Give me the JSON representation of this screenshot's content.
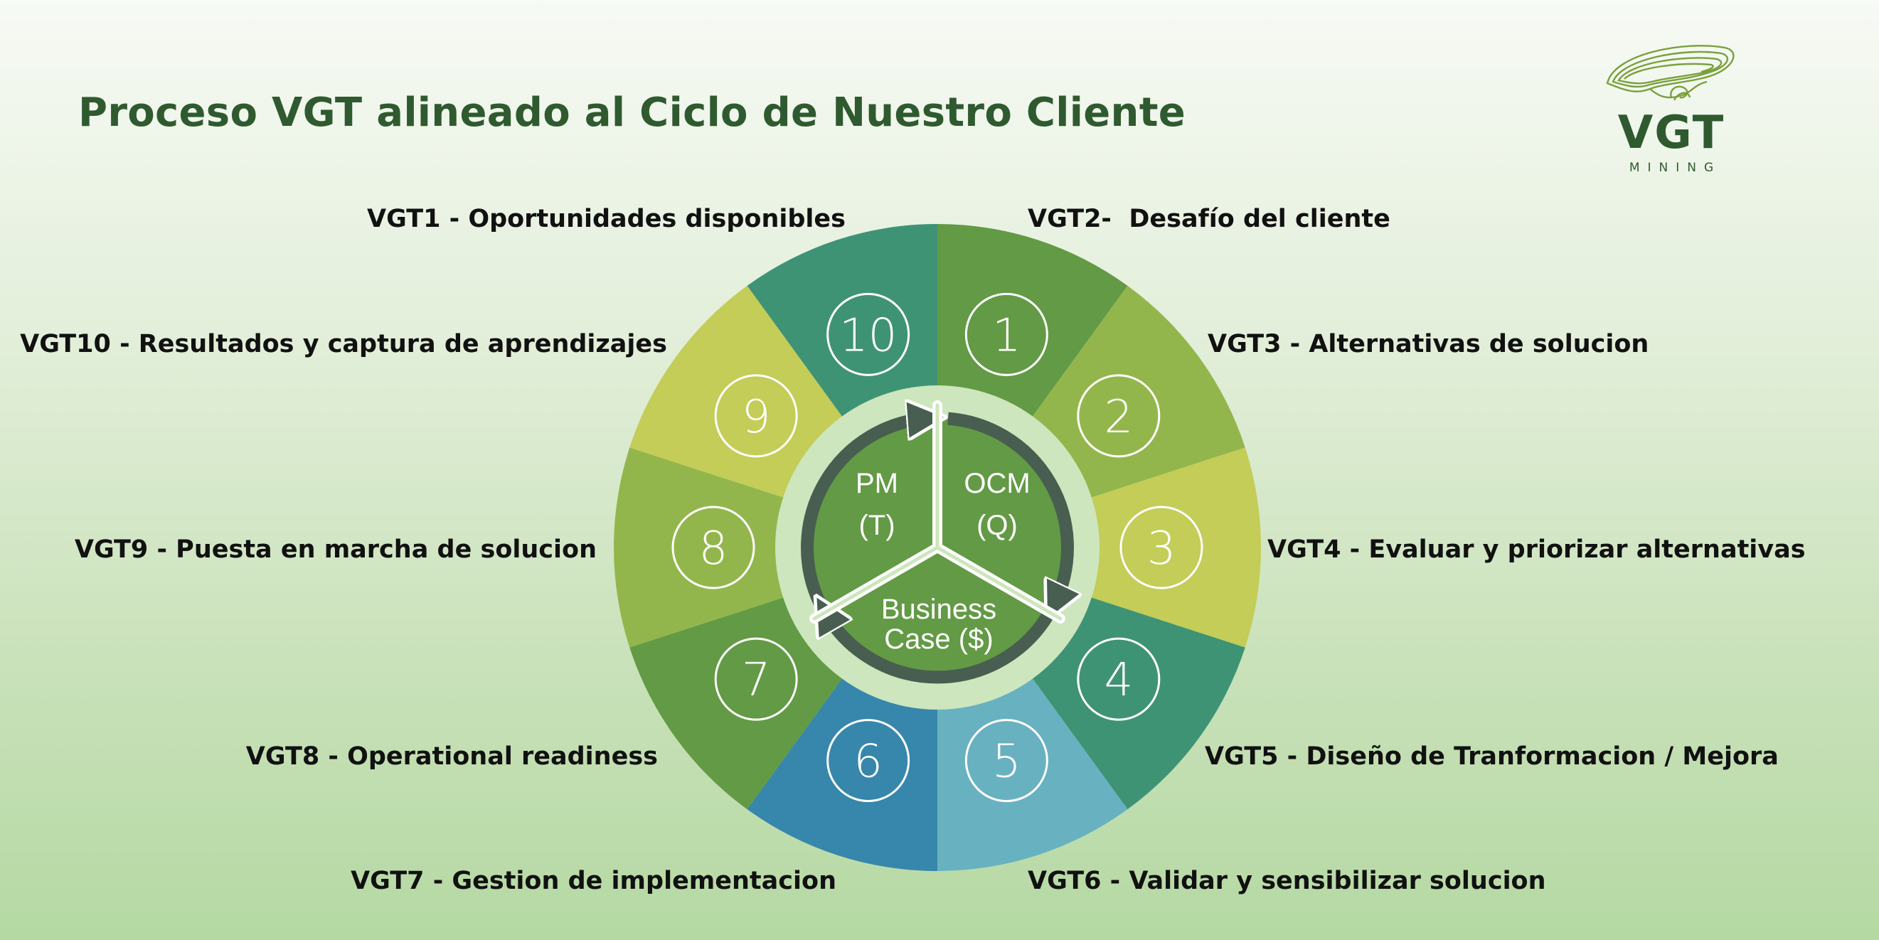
{
  "title": "Proceso VGT alineado al Ciclo de Nuestro Cliente",
  "logo": {
    "name": "VGT",
    "subtitle": "MINING",
    "color": "#2f5a2f"
  },
  "steps": [
    {
      "number": "1",
      "label": "VGT1 - Oportunidades disponibles",
      "color": "#639a45"
    },
    {
      "number": "2",
      "label": "VGT2-  Desafío del cliente",
      "color": "#93b64c"
    },
    {
      "number": "3",
      "label": "VGT3 - Alternativas de solucion",
      "color": "#c3cd57"
    },
    {
      "number": "4",
      "label": "VGT4 - Evaluar y priorizar alternativas",
      "color": "#3f9375"
    },
    {
      "number": "5",
      "label": "VGT5 - Diseño de Tranformacion / Mejora",
      "color": "#68b1c0"
    },
    {
      "number": "6",
      "label": "VGT6 - Validar y sensibilizar solucion",
      "color": "#3786ab"
    },
    {
      "number": "7",
      "label": "VGT7 - Gestion de implementacion",
      "color": "#639a45"
    },
    {
      "number": "8",
      "label": "VGT8 - Operational readiness",
      "color": "#93b64c"
    },
    {
      "number": "9",
      "label": "VGT9 - Puesta en marcha de solucion",
      "color": "#c3cd57"
    },
    {
      "number": "10",
      "label": "VGT10 - Resultados y captura de aprendizajes",
      "color": "#3f9375"
    }
  ],
  "center": {
    "pm": {
      "line1": "PM",
      "line2": "(T)"
    },
    "ocm": {
      "line1": "OCM",
      "line2": "(Q)"
    },
    "business_case": {
      "line1": "Business",
      "line2": "Case ($)"
    },
    "ring_color": "#cde6bd",
    "fill_color": "#639a45",
    "arrow_color": "#485e50"
  }
}
